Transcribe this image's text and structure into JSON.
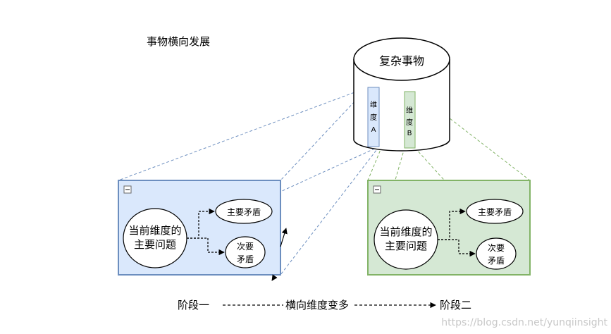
{
  "title": "事物横向发展",
  "cylinder": {
    "label": "复杂事物"
  },
  "dimensions": [
    {
      "label": [
        "维",
        "度",
        "A"
      ],
      "color": "#6c8ebf",
      "fill": "#dae8fc"
    },
    {
      "label": [
        "维",
        "度",
        "B"
      ],
      "color": "#82b366",
      "fill": "#d5e8d4"
    }
  ],
  "stages": [
    {
      "collapse_glyph": "−",
      "center": [
        "当前维度的",
        "主要问题"
      ],
      "primary": "主要矛盾",
      "secondary": [
        "次要",
        "矛盾"
      ]
    },
    {
      "collapse_glyph": "−",
      "center": [
        "当前维度的",
        "主要问题"
      ],
      "primary": "主要矛盾",
      "secondary": [
        "次要",
        "矛盾"
      ]
    }
  ],
  "timeline": {
    "start": "阶段一",
    "middle": "横向维度变多",
    "end": "阶段二"
  },
  "watermark": "https://blog.csdn.net/yunqiinsight"
}
